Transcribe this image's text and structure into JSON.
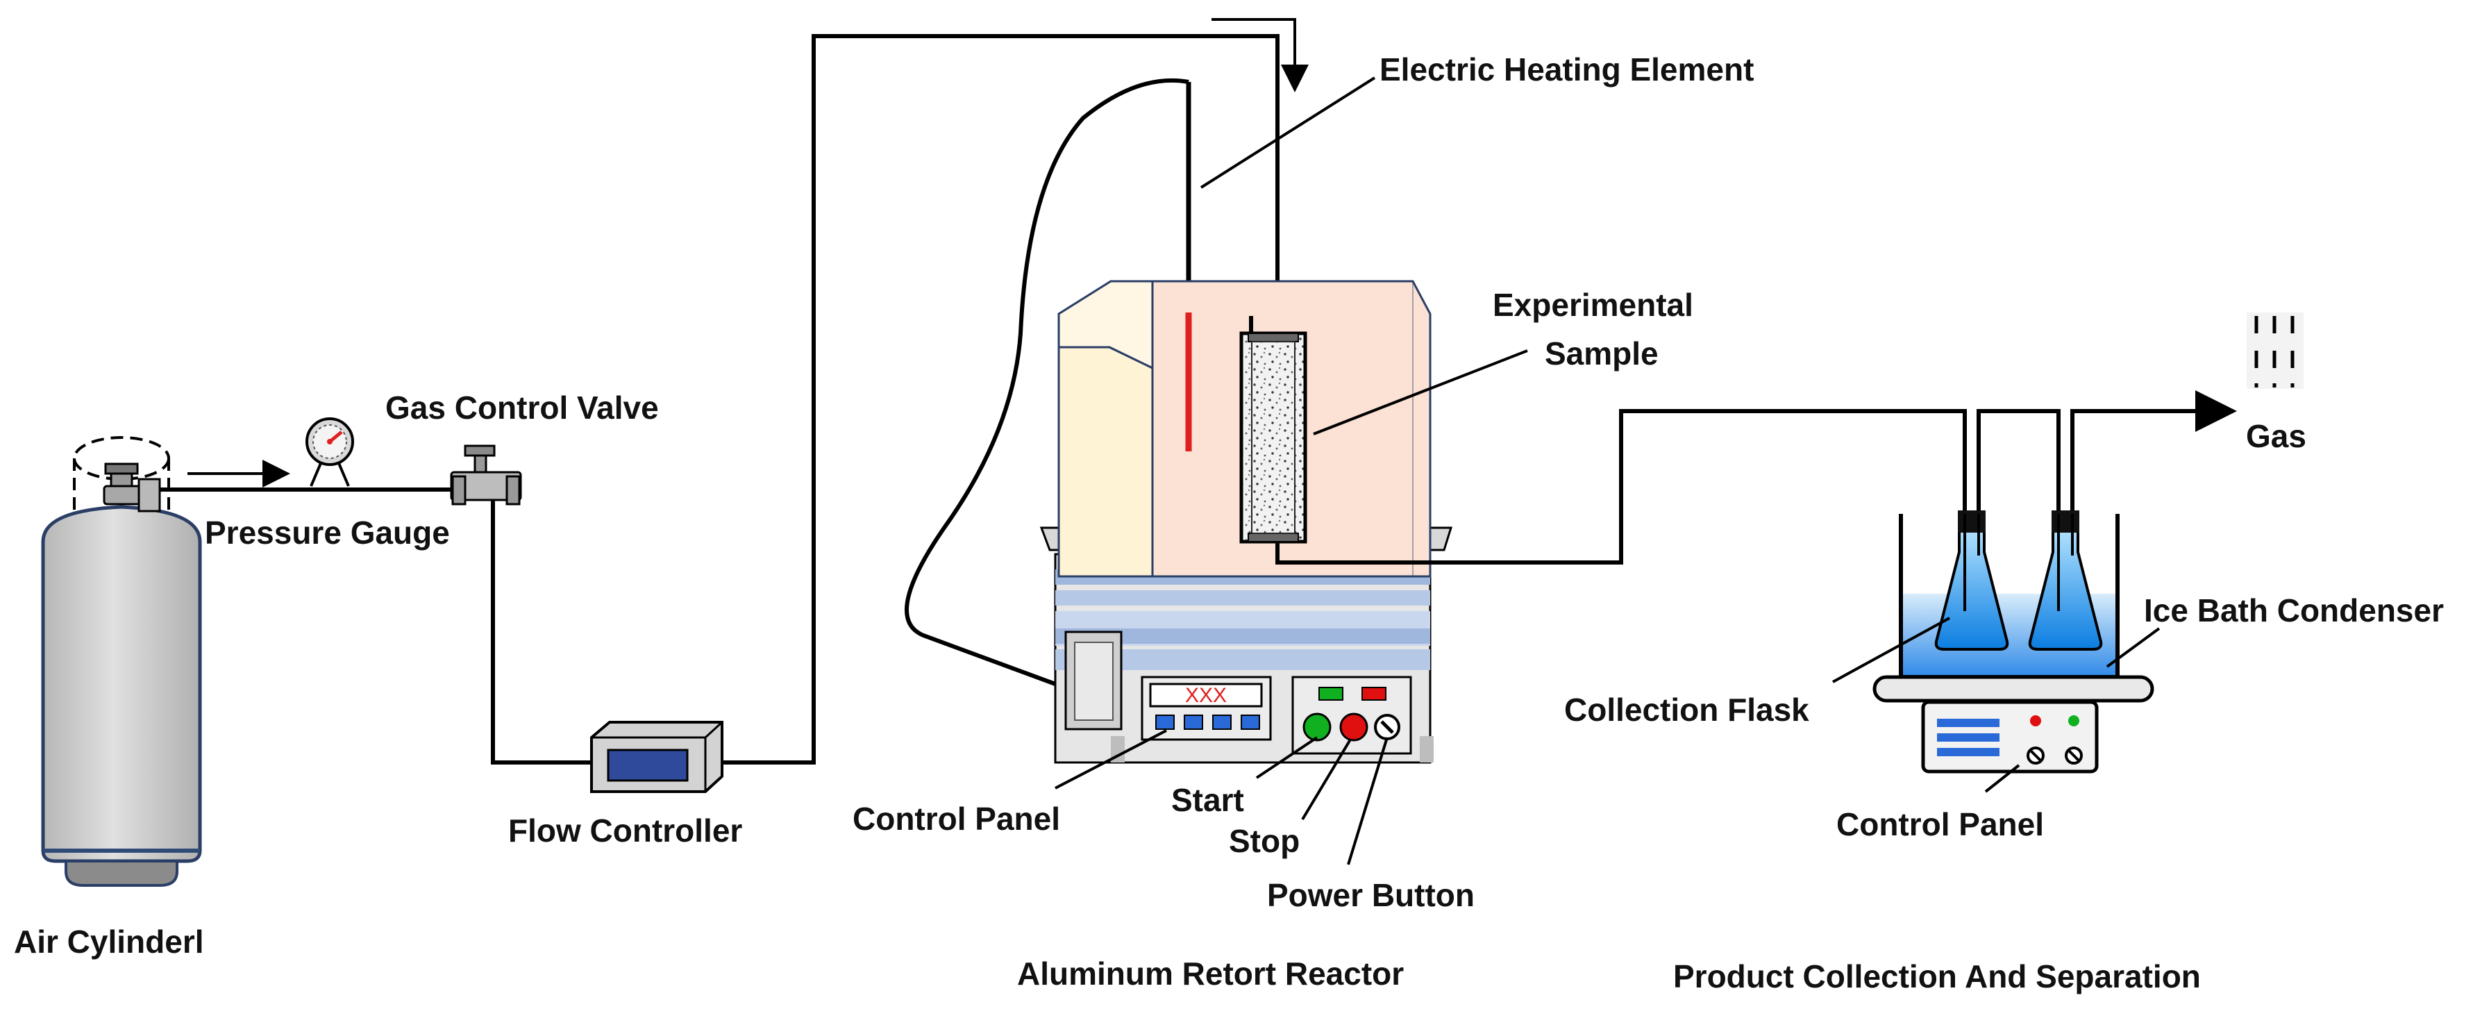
{
  "labels": {
    "electric_heating_element": "Electric Heating Element",
    "experimental_sample_line1": "Experimental",
    "experimental_sample_line2": "Sample",
    "gas_control_valve": "Gas Control Valve",
    "pressure_gauge": "Pressure Gauge",
    "air_cylinder": "Air Cylinderl",
    "flow_controller": "Flow Controller",
    "control_panel_reactor": "Control Panel",
    "start": "Start",
    "stop": "Stop",
    "power_button": "Power Button",
    "collection_flask": "Collection Flask",
    "ice_bath_condenser": "Ice Bath Condenser",
    "control_panel_collection": "Control Panel",
    "gas": "Gas"
  },
  "display": {
    "reactor_readout": "XXX"
  },
  "sections": {
    "reactor": "Aluminum Retort Reactor",
    "collection": "Product Collection And Separation"
  },
  "colors": {
    "cylinder": "#c9c9c9",
    "cylinder_base": "#2f4a75",
    "flow_display": "#2f4a9a",
    "furnace_body": "#fbe2d4",
    "furnace_side": "#fff3d6",
    "furnace_base_stripe": "#9fb6dd",
    "heating_element": "#e02020",
    "start_button": "#10b020",
    "stop_button": "#e01010",
    "ice_water": "#4aa8f0",
    "flask_liquid": "#1e90ff",
    "panel_blue": "#2a6ad8"
  }
}
